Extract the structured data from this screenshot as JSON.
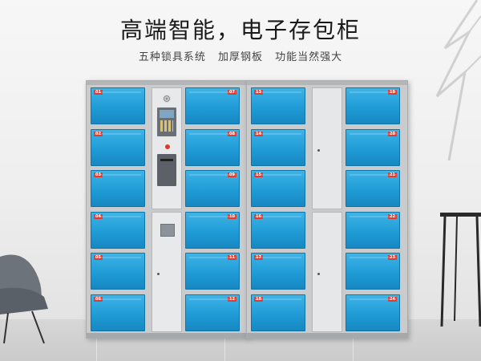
{
  "header": {
    "title": "高端智能，电子存包柜",
    "features": [
      "五种锁具系统",
      "加厚钢板",
      "功能当然强大"
    ]
  },
  "cabinet": {
    "left_col1": [
      "01",
      "02",
      "03",
      "04",
      "05",
      "06"
    ],
    "left_col2": [
      "07",
      "08",
      "09",
      "10",
      "11",
      "12"
    ],
    "right_col1": [
      "13",
      "14",
      "15",
      "16",
      "17",
      "18"
    ],
    "right_col2": [
      "19",
      "20",
      "21",
      "22",
      "23",
      "24"
    ]
  },
  "colors": {
    "door_blue": "#1f9bd6",
    "label_red": "#e23a2f",
    "frame_gray": "#c9cbcd"
  }
}
